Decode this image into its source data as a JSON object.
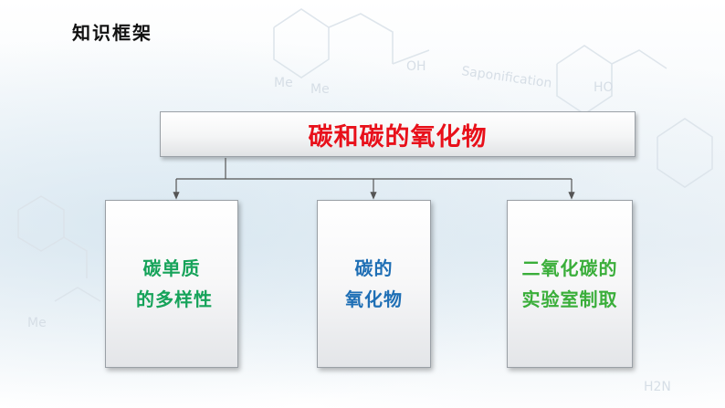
{
  "heading": "知识框架",
  "diagram": {
    "root": "碳和碳的氧化物",
    "children": [
      {
        "line1": "碳单质",
        "line2": "的多样性"
      },
      {
        "line1": "碳的",
        "line2": "氧化物"
      },
      {
        "line1": "二氧化碳的",
        "line2": "实验室制取"
      }
    ]
  },
  "colors": {
    "root_text": "#e8101a",
    "child1_text": "#16a35a",
    "child2_text": "#1f6fb5",
    "child3_text": "#3aae3a"
  },
  "background_text": [
    "Me",
    "OH",
    "Saponification",
    "HO",
    "Me",
    "Me",
    "H2N"
  ]
}
